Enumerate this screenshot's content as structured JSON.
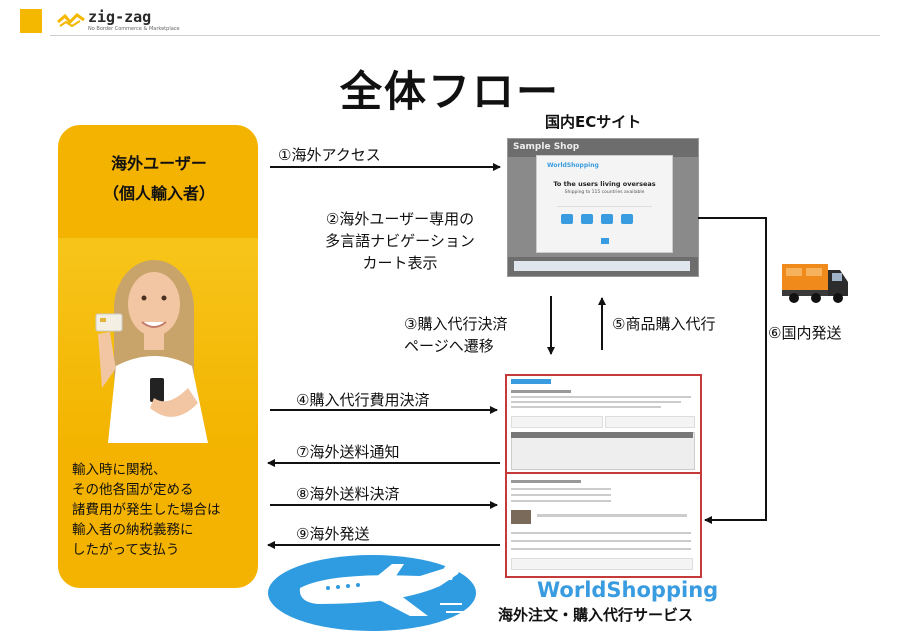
{
  "header": {
    "logo_text": "zig-zag",
    "logo_subtext": "No Border Commerce & Marketplace",
    "colors": {
      "accent": "#f5b800"
    }
  },
  "title": "全体フロー",
  "user_panel": {
    "title_lines": [
      "海外ユーザー",
      "（個人輸入者）"
    ],
    "note_lines": [
      "輸入時に関税、",
      "その他各国が定める",
      "諸費用が発生した場合は",
      "輸入者の納税義務に",
      "したがって支払う"
    ],
    "photo_icon": "woman-with-phone-photo"
  },
  "domestic_site": {
    "label": "国内ECサイト",
    "screenshot": {
      "shop_name": "Sample Shop",
      "modal_brand": "WorldShopping",
      "modal_heading": "To the users living overseas",
      "modal_subheading": "Shipping to 115 countries available"
    }
  },
  "service": {
    "logo_text": "WorldShopping",
    "caption": "海外注文・購入代行サービス"
  },
  "steps": {
    "s1": "①海外アクセス",
    "s2_lines": [
      "②海外ユーザー専用の",
      "多言語ナビゲーション",
      "カート表示"
    ],
    "s3_lines": [
      "③購入代行決済",
      "ページへ遷移"
    ],
    "s4": "④購入代行費用決済",
    "s5": "⑤商品購入代行",
    "s6": "⑥国内発送",
    "s7": "⑦海外送料通知",
    "s8": "⑧海外送料決済",
    "s9": "⑨海外発送"
  },
  "icons": [
    "delivery-truck-icon",
    "airplane-icon",
    "woman-with-phone-photo"
  ]
}
